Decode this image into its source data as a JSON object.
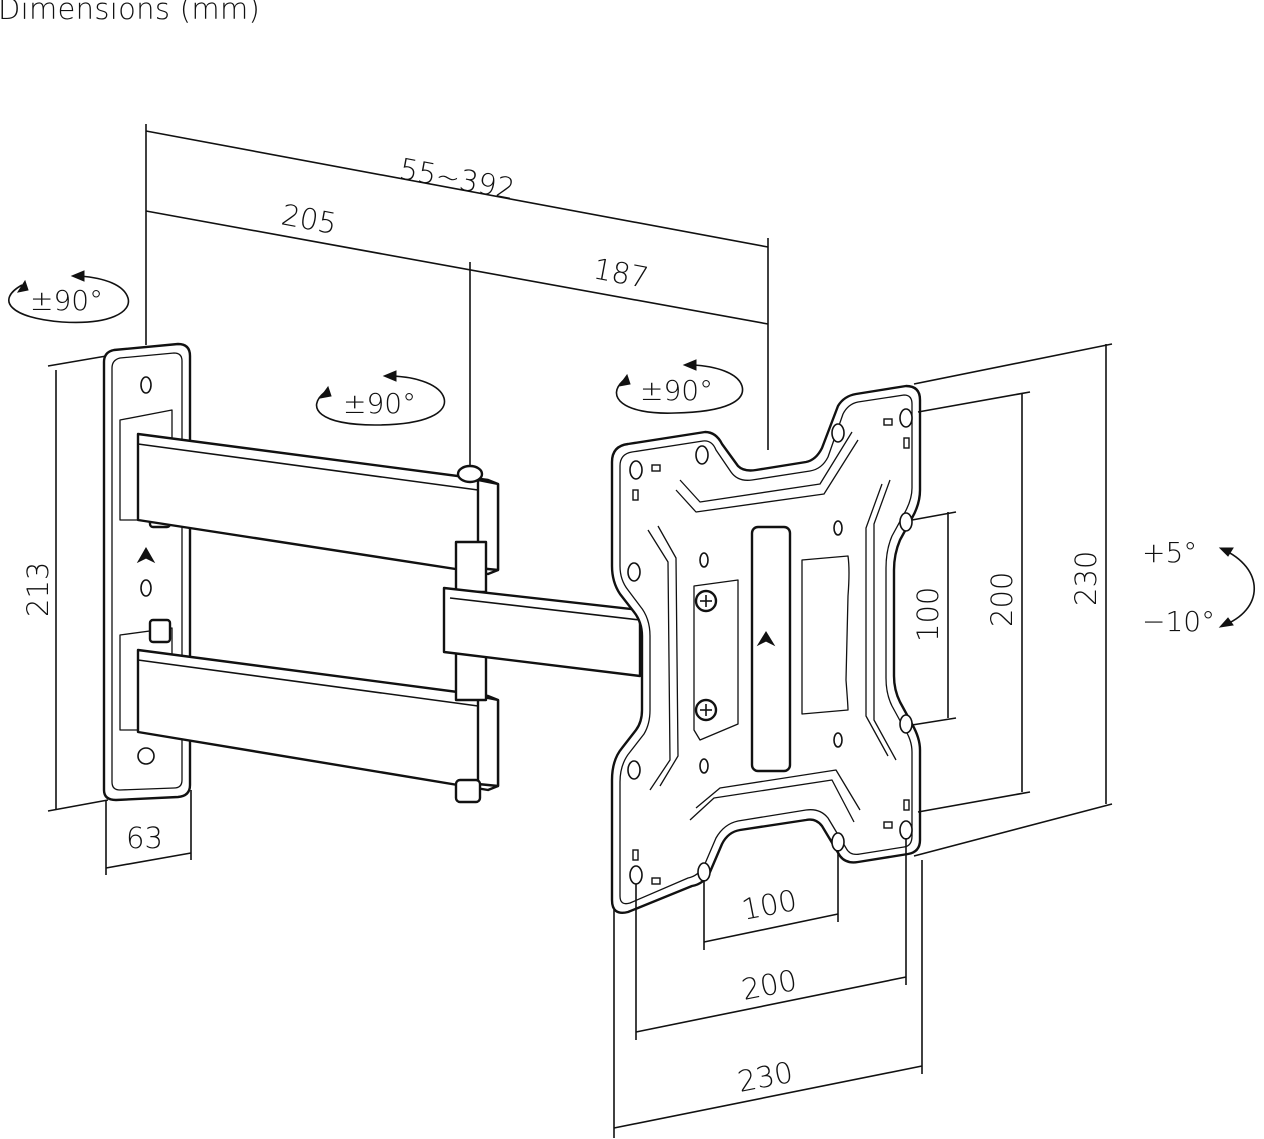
{
  "title": "Dimensions (mm)",
  "dimensions": {
    "arm_extension_range": "55~392",
    "first_arm_length": "205",
    "second_arm_length": "187",
    "wall_plate_height": "213",
    "wall_plate_width": "63",
    "vesa_vertical_100": "100",
    "vesa_vertical_200": "200",
    "plate_height_230": "230",
    "vesa_horizontal_100": "100",
    "vesa_horizontal_200": "200",
    "plate_width_230": "230"
  },
  "rotations": {
    "wall_swivel": "±90°",
    "arm_swivel": "±90°",
    "plate_swivel": "±90°",
    "tilt_up": "+5°",
    "tilt_down": "−10°"
  }
}
